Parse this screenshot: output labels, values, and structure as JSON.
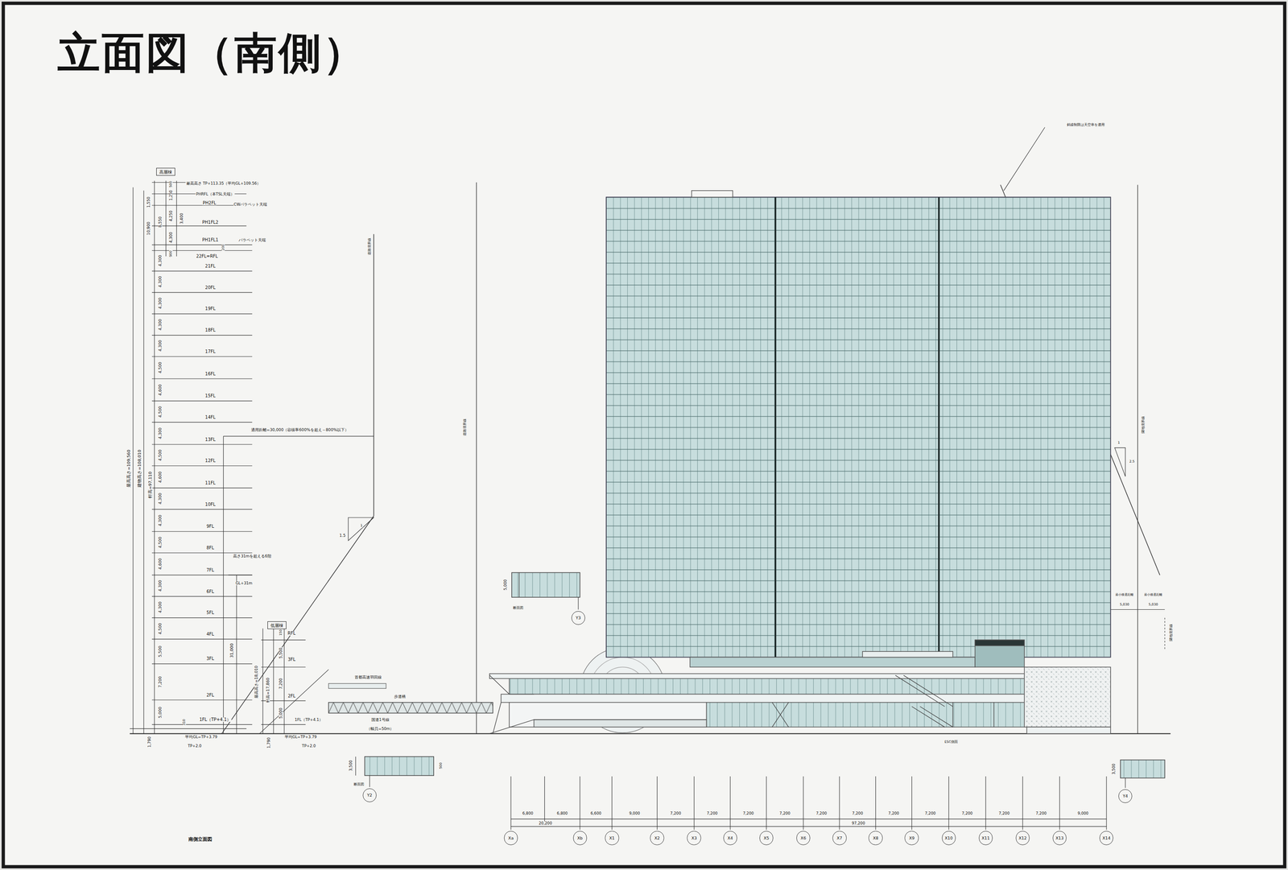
{
  "diagram": {
    "title": "立面図（南側）",
    "caption": "南側立面図",
    "nodes": [
      {
        "text": [
          "高層棟"
        ]
      },
      {
        "text": [
          "低層棟"
        ]
      },
      {
        "text": [
          "Y2"
        ]
      },
      {
        "text": [
          "Y3"
        ]
      },
      {
        "text": [
          "Y4"
        ]
      },
      {
        "text": [
          "Xa"
        ]
      },
      {
        "text": [
          "Xb"
        ]
      },
      {
        "text": [
          "X1"
        ]
      },
      {
        "text": [
          "X2"
        ]
      },
      {
        "text": [
          "X3"
        ]
      },
      {
        "text": [
          "X4"
        ]
      },
      {
        "text": [
          "X5"
        ]
      },
      {
        "text": [
          "X6"
        ]
      },
      {
        "text": [
          "X7"
        ]
      },
      {
        "text": [
          "X8"
        ]
      },
      {
        "text": [
          "X9"
        ]
      },
      {
        "text": [
          "X10"
        ]
      },
      {
        "text": [
          "X11"
        ]
      },
      {
        "text": [
          "X12"
        ]
      },
      {
        "text": [
          "X13"
        ]
      },
      {
        "text": [
          "X14"
        ]
      }
    ],
    "labels": [
      "最高高さ TP+113.35（平均GL+109.56）",
      "PHRFL（本TSL天端）",
      "PH2FL",
      "CWパラペット天端",
      "PH1FL2",
      "PH1FL1",
      "パラペット天端",
      "22FL=RFL",
      "21FL",
      "20FL",
      "19FL",
      "18FL",
      "17FL",
      "16FL",
      "15FL",
      "14FL",
      "13FL",
      "12FL",
      "11FL",
      "10FL",
      "9FL",
      "8FL",
      "7FL",
      "6FL",
      "5FL",
      "4FL",
      "3FL",
      "2FL",
      "1FL（TP+4.1）",
      "平均GL=TP+3.79",
      "TP+2.0",
      "4,300",
      "4,300",
      "4,300",
      "4,300",
      "4,300",
      "4,500",
      "4,600",
      "4,500",
      "4,300",
      "4,500",
      "4,600",
      "4,300",
      "4,300",
      "4,500",
      "4,600",
      "4,300",
      "4,300",
      "4,500",
      "5,500",
      "7,200",
      "5,000",
      "1,790",
      "310",
      "500",
      "1,250",
      "4,250",
      "4,300",
      "3,400",
      "900",
      "200",
      "1,550",
      "8,550",
      "10,900",
      "最高高さ=109,560",
      "建物高さ=108,010",
      "軒高=97,110",
      "31,000",
      "高さ31mを超える6階",
      "GL+31m",
      "適用距離=30,000（容積率600%を超え～800%以下）",
      "1.5",
      "1",
      "道路境界線",
      "道路境界線",
      "RFL",
      "3FL",
      "2FL",
      "1FL（TP+4.1）",
      "平均GL=TP+3.79",
      "TP+2.0",
      "150",
      "5,500",
      "7,200",
      "5,000",
      "1,790",
      "最高高さ=18,010",
      "軒高=17,860",
      "首都高速羽田線",
      "歩道橋",
      "国道1号線",
      "（幅員=50m）",
      "3,500",
      "500",
      "断面図",
      "5,000",
      "断面図",
      "3,500",
      "斜線制限は天空率を適用",
      "1",
      "2.5",
      "最小後退距離",
      "最小後退距離",
      "5,030",
      "5,030",
      "隣地境界線",
      "隣地境界線",
      "ESC側面",
      "6,800",
      "6,800",
      "6,600",
      "9,000",
      "7,200",
      "7,200",
      "7,200",
      "7,200",
      "7,200",
      "7,200",
      "7,200",
      "7,200",
      "7,200",
      "7,200",
      "7,200",
      "9,000",
      "20,200",
      "97,200"
    ]
  }
}
